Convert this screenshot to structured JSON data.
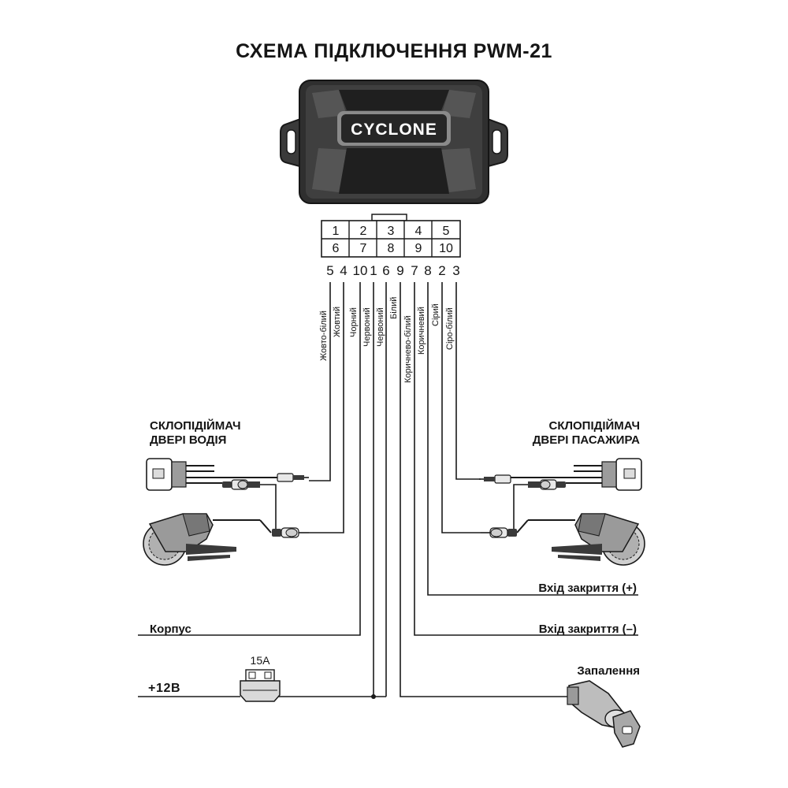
{
  "title": "СХЕМА ПІДКЛЮЧЕННЯ PWM-21",
  "module": {
    "brand": "CYCLONE"
  },
  "connector": {
    "top_row": [
      "1",
      "2",
      "3",
      "4",
      "5"
    ],
    "bottom_row": [
      "6",
      "7",
      "8",
      "9",
      "10"
    ]
  },
  "wires": [
    {
      "pin": "5",
      "label": "Жовто-білий"
    },
    {
      "pin": "4",
      "label": "Жовтий"
    },
    {
      "pin": "10",
      "label": "Чорний"
    },
    {
      "pin": "1",
      "label": "Червоний"
    },
    {
      "pin": "6",
      "label": "Червоний"
    },
    {
      "pin": "9",
      "label": "Білий"
    },
    {
      "pin": "7",
      "label": "Коричнево-білий"
    },
    {
      "pin": "8",
      "label": "Коричневий"
    },
    {
      "pin": "2",
      "label": "Сірий"
    },
    {
      "pin": "3",
      "label": "Сіро-білий"
    }
  ],
  "driver_door": {
    "line1": "СКЛОПІДІЙМАЧ",
    "line2": "ДВЕРІ ВОДІЯ"
  },
  "passenger_door": {
    "line1": "СКЛОПІДІЙМАЧ",
    "line2": "ДВЕРІ ПАСАЖИРА"
  },
  "outputs": {
    "lock_plus": "Вхід закриття (+)",
    "lock_minus": "Вхід закриття (–)",
    "ground": "Корпус",
    "power": "+12В",
    "ignition": "Запалення",
    "fuse": "15А"
  },
  "colors": {
    "ink": "#1a1a1a",
    "module_body": "#3a3a3a",
    "module_dark": "#1e1e1e",
    "module_light": "#8a8a8a"
  }
}
